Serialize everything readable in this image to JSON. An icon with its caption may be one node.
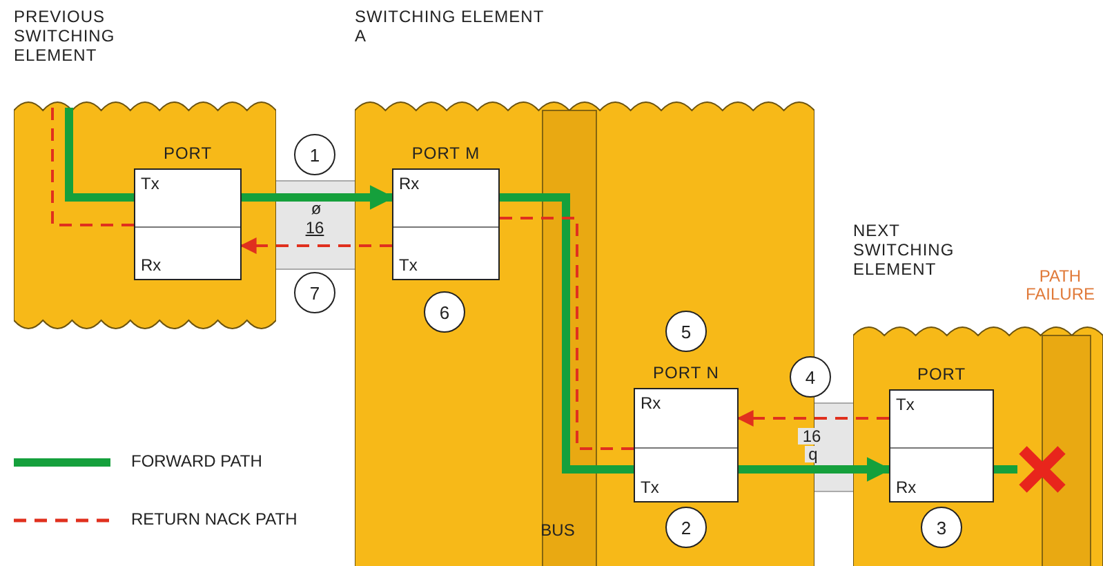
{
  "diagram": {
    "nodes": [
      {
        "text": [
          "PREVIOUS SWITCHING ELEMENT"
        ]
      },
      {
        "text": [
          "PORT",
          "Tx",
          "Rx"
        ],
        "in": 0
      },
      {
        "text": [
          "1"
        ]
      },
      {
        "text": [
          "7"
        ]
      },
      {
        "text": [
          "SWITCHING ELEMENT A"
        ]
      },
      {
        "text": [
          "PORT M",
          "Rx",
          "Tx"
        ],
        "in": 4
      },
      {
        "text": [
          "6"
        ],
        "in": 4
      },
      {
        "text": [
          "5"
        ],
        "in": 4
      },
      {
        "text": [
          "PORT N",
          "Rx",
          "Tx"
        ],
        "in": 4
      },
      {
        "text": [
          "2"
        ],
        "in": 4
      },
      {
        "text": [
          "4"
        ]
      },
      {
        "text": [
          "NEXT SWITCHING ELEMENT"
        ]
      },
      {
        "text": [
          "PORT",
          "Tx",
          "Rx"
        ],
        "in": 11
      },
      {
        "text": [
          "3"
        ],
        "in": 11
      },
      {
        "text": [],
        "shape": "cross",
        "in": 11
      }
    ],
    "edges": [
      {
        "from": null,
        "to": 1,
        "arrow": "none"
      },
      {
        "from": 1,
        "to": 5,
        "arrow": "to"
      },
      {
        "from": 5,
        "to": 8,
        "arrow": "none"
      },
      {
        "from": 8,
        "to": 12,
        "arrow": "to"
      },
      {
        "from": 12,
        "to": 14,
        "arrow": "none"
      },
      {
        "from": 12,
        "to": 8,
        "arrow": "to",
        "style": "dashed",
        "color": "#e0301e"
      },
      {
        "from": 8,
        "to": 5,
        "arrow": "none",
        "style": "dashed",
        "color": "#e0301e"
      },
      {
        "from": 5,
        "to": 1,
        "arrow": "to",
        "style": "dashed",
        "color": "#e0301e"
      },
      {
        "from": 1,
        "to": null,
        "arrow": "none",
        "style": "dashed",
        "color": "#e0301e"
      }
    ],
    "labels": [
      "ø",
      "16",
      "PATH FAILURE",
      "16",
      "q",
      "BUS"
    ],
    "legend": [
      {
        "text": "FORWARD PATH"
      },
      {
        "text": "RETURN NACK PATH"
      }
    ]
  }
}
